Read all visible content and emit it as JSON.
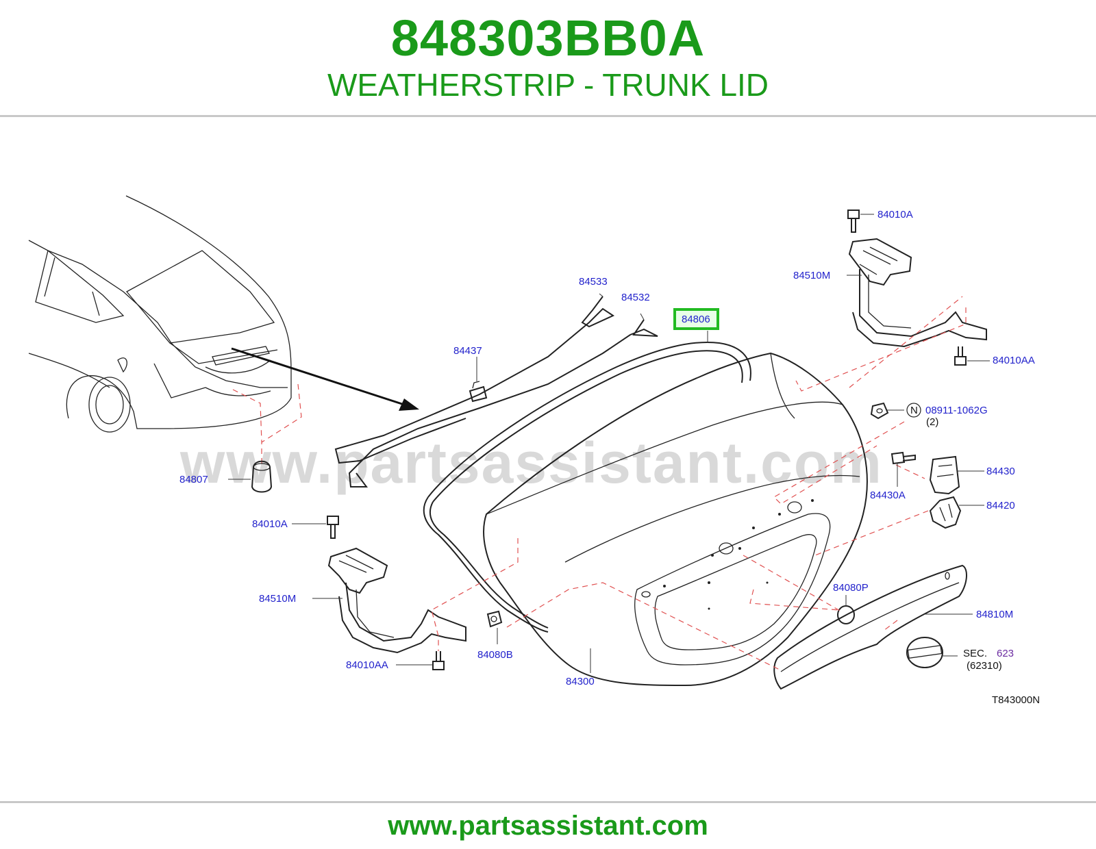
{
  "header": {
    "part_number": "848303BB0A",
    "part_name": "WEATHERSTRIP - TRUNK LID"
  },
  "watermark": "www.partsassistant.com",
  "footer": {
    "url": "www.partsassistant.com"
  },
  "diagram": {
    "drawing_code": "T843000N",
    "highlighted_part": "84806",
    "highlight_color": "#22bb22",
    "callouts": {
      "c84010A_top": "84010A",
      "c84510M_right": "84510M",
      "c84010AA_right": "84010AA",
      "c84533": "84533",
      "c84532": "84532",
      "c84806": "84806",
      "c84437": "84437",
      "c08911": "08911-1062G",
      "c08911_qty": "(2)",
      "c08911_symbol": "N",
      "c84430": "84430",
      "c84430A": "84430A",
      "c84420": "84420",
      "c84807": "84807",
      "c84010A_left": "84010A",
      "c84510M_left": "84510M",
      "c84080P": "84080P",
      "c84810M": "84810M",
      "c84010AA_left": "84010AA",
      "c84080B": "84080B",
      "c84300": "84300",
      "sec_prefix": "SEC.",
      "sec_number": "623",
      "sec_ref": "(62310)"
    }
  }
}
